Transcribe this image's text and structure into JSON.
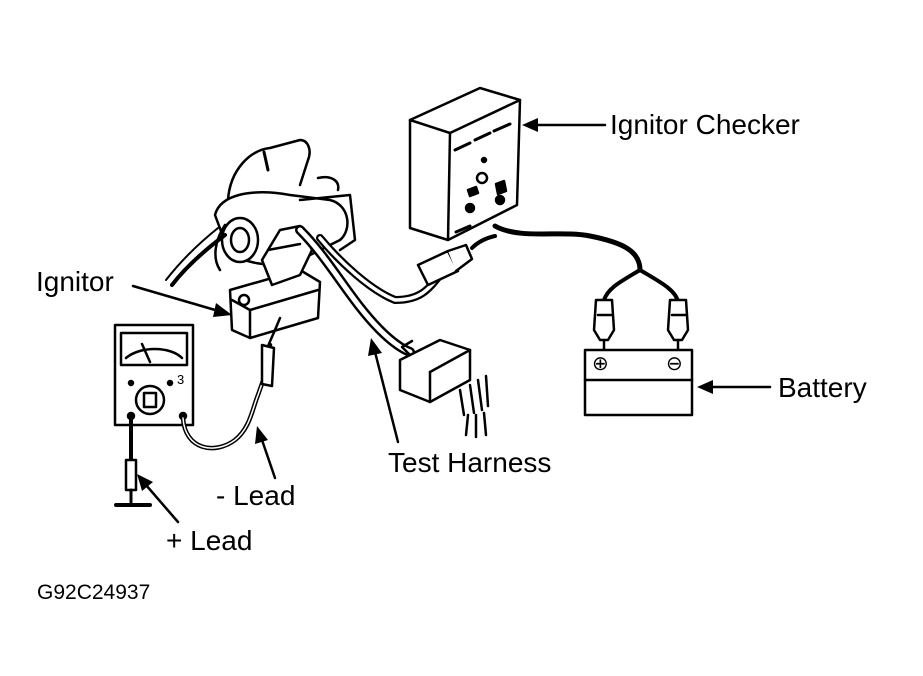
{
  "labels": {
    "ignitor_checker": "Ignitor Checker",
    "ignitor": "Ignitor",
    "battery": "Battery",
    "test_harness": "Test Harness",
    "minus_lead": "- Lead",
    "plus_lead": "+ Lead"
  },
  "battery": {
    "positive_symbol": "⊕",
    "negative_symbol": "⊖"
  },
  "meter": {
    "scale_digit": "3"
  },
  "figure_code": "G92C24937",
  "colors": {
    "ink": "#000000",
    "background": "#ffffff"
  }
}
